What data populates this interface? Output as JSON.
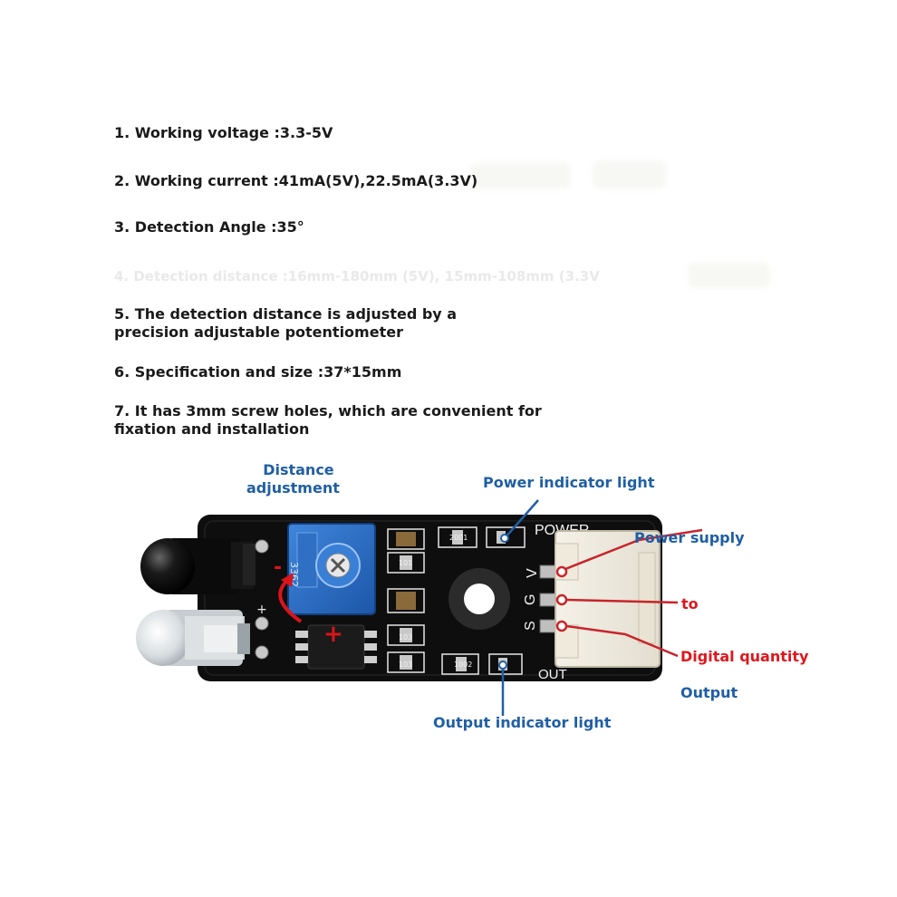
{
  "specs": [
    "1. Working voltage :3.3-5V",
    "2. Working current :41mA(5V),22.5mA(3.3V)",
    "3. Detection Angle :35°",
    "4. Detection distance :16mm-180mm (5V), 15mm-108mm (3.3V",
    "5. The detection distance is adjusted by a precision adjustable potentiometer",
    "6. Specification and size :37*15mm",
    "7. It has 3mm screw holes, which are convenient for fixation and installation"
  ],
  "labels": {
    "distance_adjustment_1": "Distance",
    "distance_adjustment_2": "adjustment",
    "power_indicator": "Power indicator light",
    "power_supply": "Power supply",
    "to": "to",
    "digital_quantity": "Digital quantity",
    "output": "Output",
    "output_indicator": "Output indicator light"
  },
  "board": {
    "power_text": "POWER",
    "out_text": "OUT",
    "pin_v": "V",
    "pin_g": "G",
    "pin_s": "S",
    "r2001": "2001",
    "r101": "101",
    "r103a": "103",
    "r103b": "103",
    "r1002": "1002",
    "pot": "3362",
    "plus": "+",
    "minus": "-"
  },
  "colors": {
    "label_blue": "#1f5fa5",
    "label_red": "#e0161d",
    "pcb": "#0e0e0e",
    "pot_blue": "#2f6fc4"
  }
}
